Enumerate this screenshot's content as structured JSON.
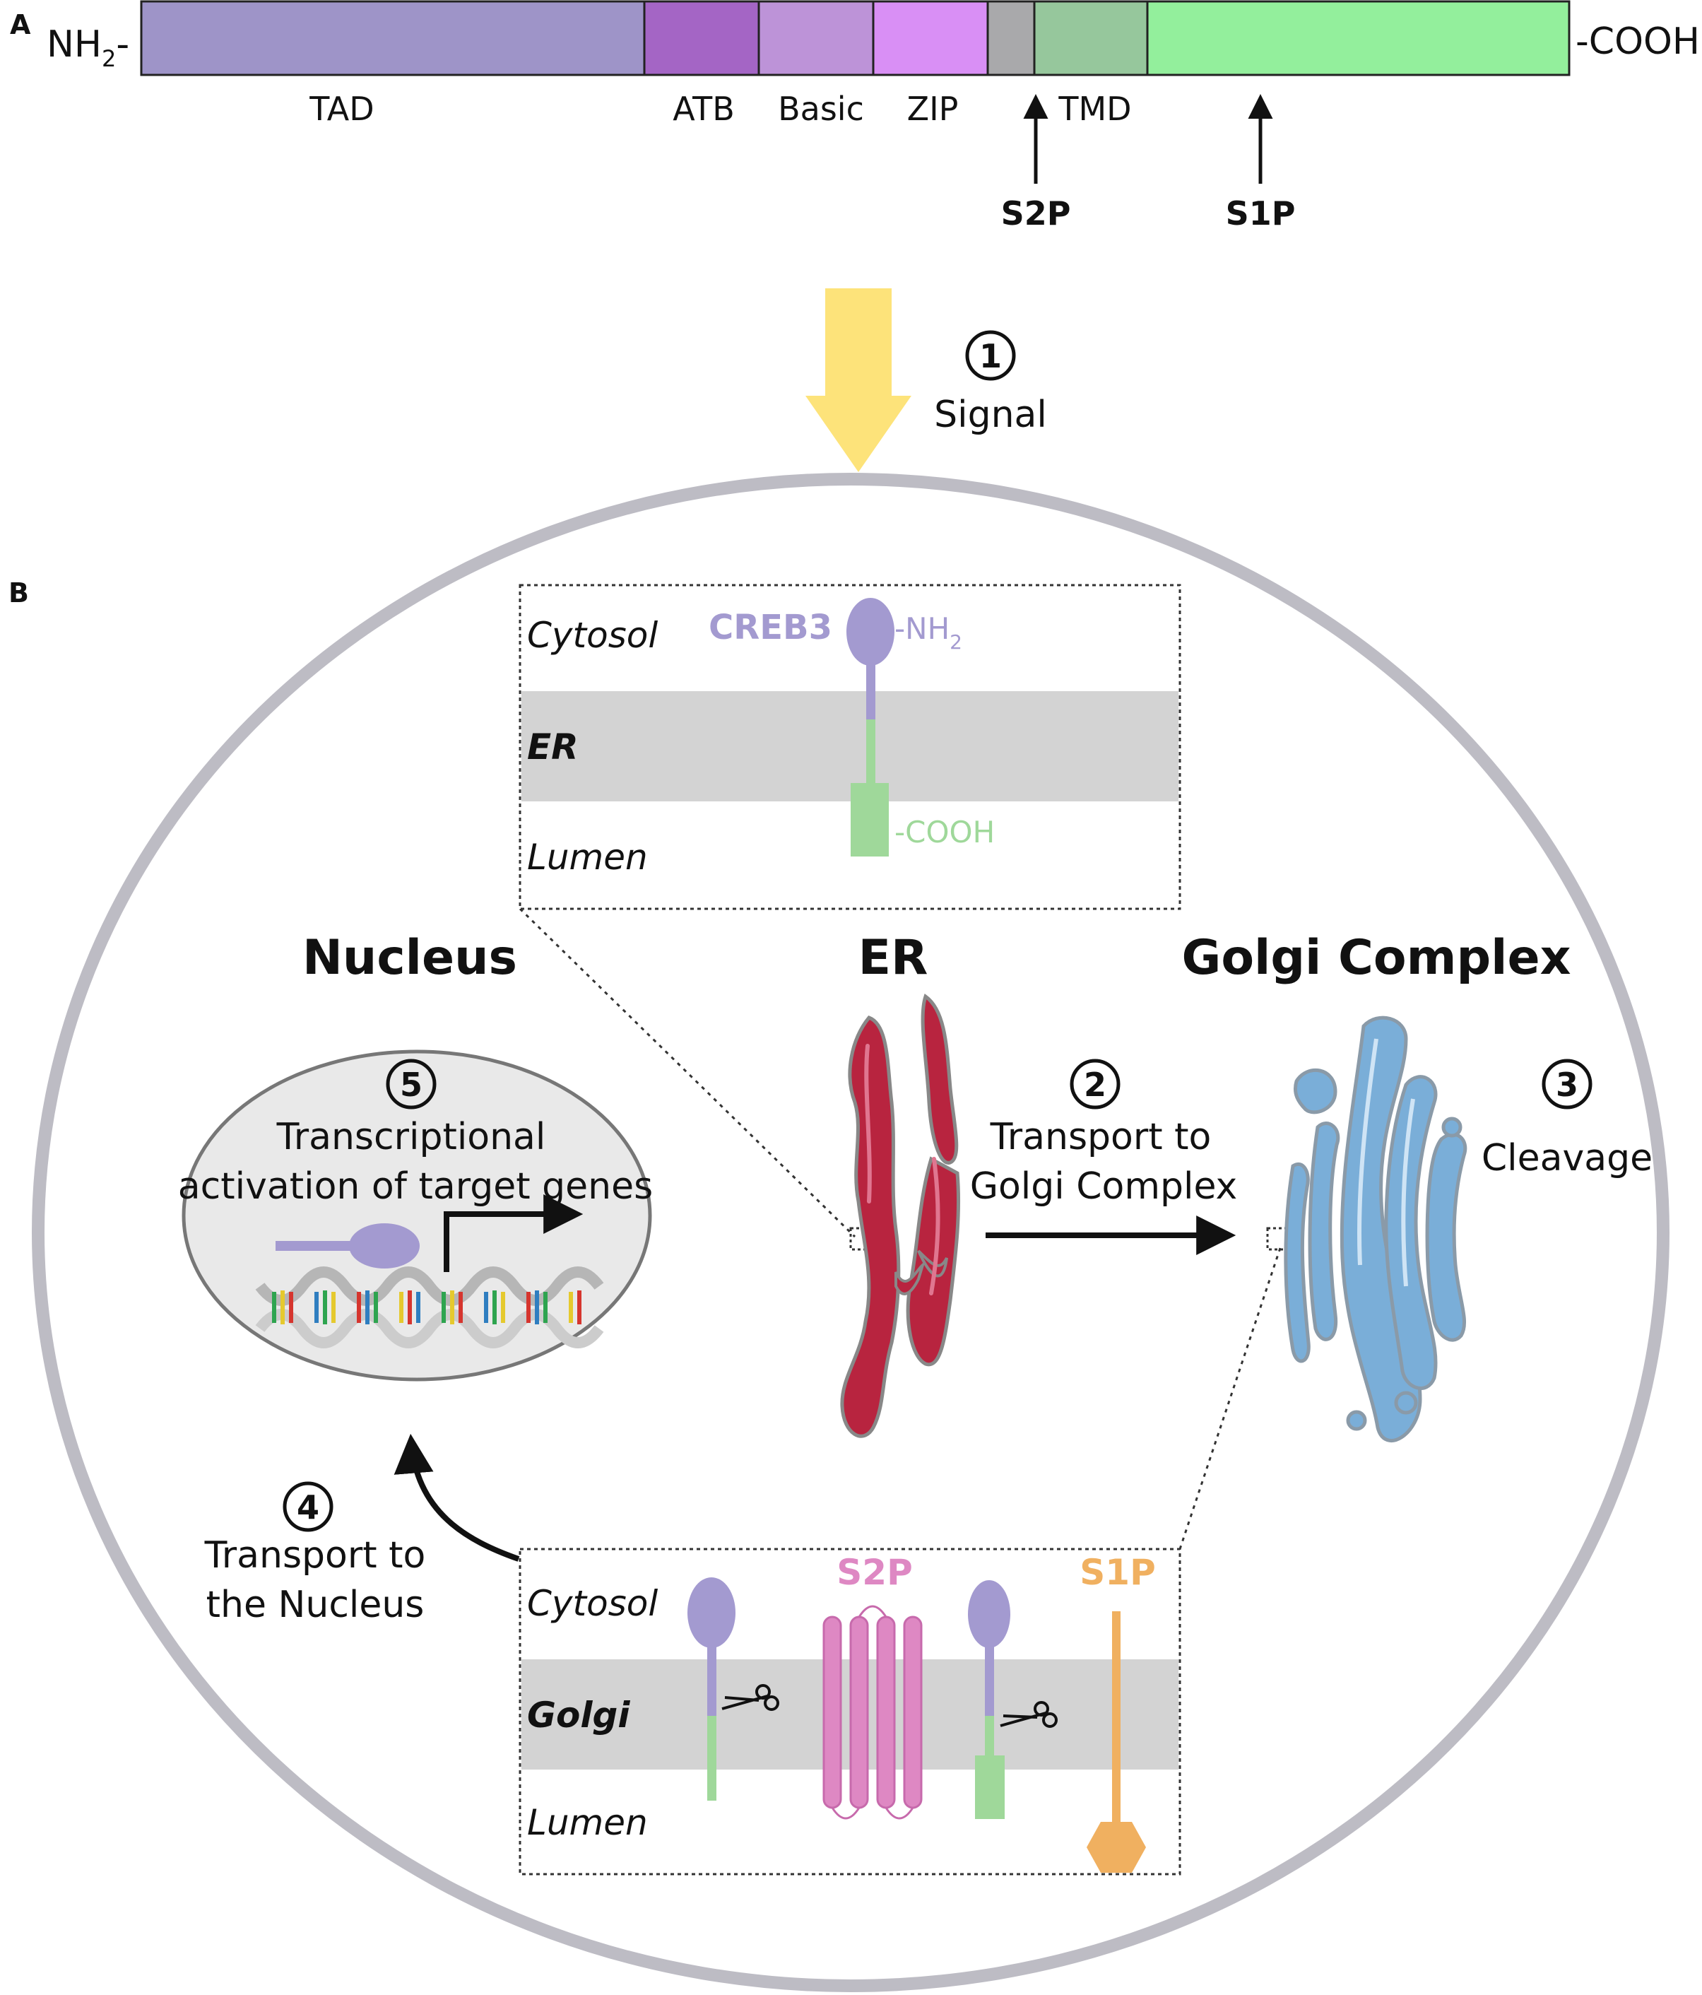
{
  "panel_a": {
    "label": "A",
    "n_terminus": "NH",
    "n_terminus_sub": "2",
    "n_terminus_dash": "-",
    "c_terminus": "-COOH",
    "domains": [
      {
        "label": "TAD",
        "color": "#9e94c8"
      },
      {
        "label": "ATB",
        "color": "#a465c5"
      },
      {
        "label": "Basic",
        "color": "#bd93d8"
      },
      {
        "label": "ZIP",
        "color": "#d98ff5"
      },
      {
        "label": "",
        "color": "#a9a9ab"
      },
      {
        "label": "TMD",
        "color": "#96c79c"
      },
      {
        "label": "",
        "color": "#93ef9c"
      }
    ],
    "cleavage": [
      {
        "label": "S2P"
      },
      {
        "label": "S1P"
      }
    ]
  },
  "signal": {
    "step": "1",
    "label": "Signal",
    "arrow_color": "#fde37a"
  },
  "panel_b": {
    "label": "B",
    "cell_color": "#bdbcc4",
    "er_inset": {
      "cytosol": "Cytosol",
      "membrane": "ER",
      "lumen": "Lumen",
      "lumen_color": "#b8243f",
      "protein": "CREB3",
      "protein_color": "#a39ad0",
      "nh2": "-NH",
      "nh2_sub": "2",
      "cooh": "-COOH",
      "cooh_color": "#9fd89a"
    },
    "titles": {
      "nucleus": "Nucleus",
      "er": "ER",
      "golgi": "Golgi Complex"
    },
    "step2": {
      "num": "2",
      "line1": "Transport to",
      "line2": "Golgi Complex"
    },
    "step3": {
      "num": "3",
      "label": "Cleavage"
    },
    "step4": {
      "num": "4",
      "line1": "Transport to",
      "line2": "the Nucleus"
    },
    "step5": {
      "num": "5",
      "line1": "Transcriptional",
      "line2": "activation of target genes"
    },
    "golgi_inset": {
      "cytosol": "Cytosol",
      "membrane": "Golgi",
      "lumen": "Lumen",
      "lumen_color": "#2f7ec0",
      "s2p": "S2P",
      "s2p_color": "#de88c3",
      "s1p": "S1P",
      "s1p_color": "#f0b060"
    }
  }
}
